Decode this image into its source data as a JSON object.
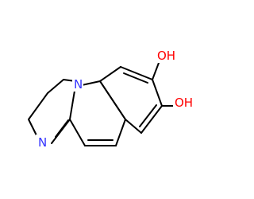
{
  "molecule": {
    "atoms": [
      {
        "id": "oh-top",
        "label": "OH",
        "element": "O",
        "color": "#ff0000"
      },
      {
        "id": "oh-right",
        "label": "OH",
        "element": "O",
        "color": "#ff0000"
      },
      {
        "id": "n-ring",
        "label": "N",
        "element": "N",
        "color": "#3333ff"
      },
      {
        "id": "n-imine",
        "label": "N",
        "element": "N",
        "color": "#3333ff"
      }
    ],
    "bond_color": "#000000",
    "background_color": "#ffffff"
  }
}
